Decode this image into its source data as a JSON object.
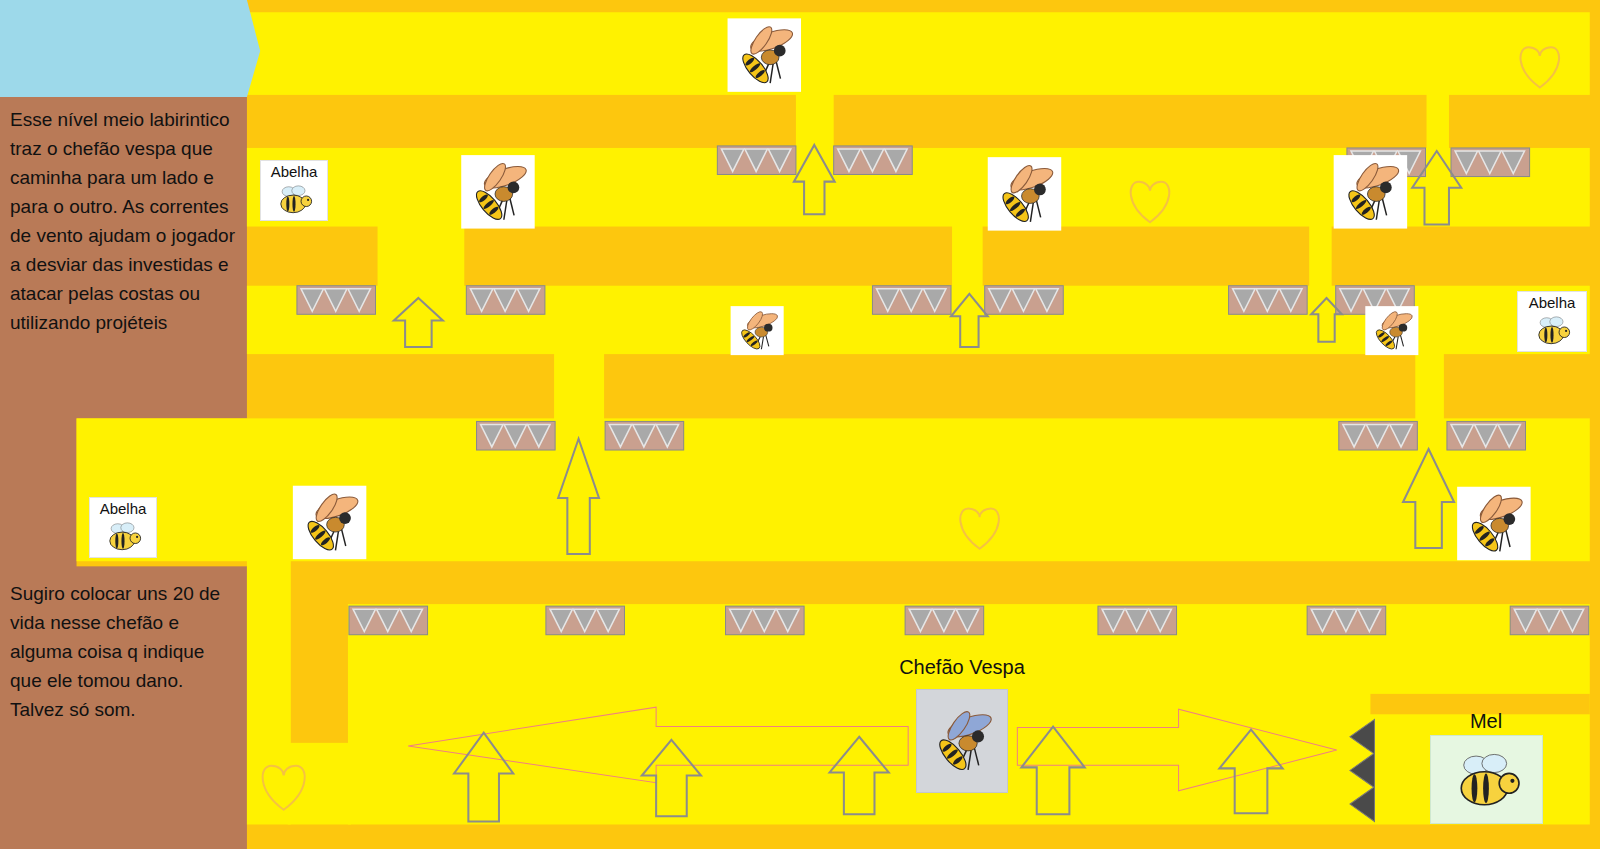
{
  "diagram": {
    "nodes": [
      {
        "text": [
          "Abelha"
        ]
      },
      {
        "text": [
          "Abelha"
        ]
      },
      {
        "text": [
          "Abelha"
        ]
      },
      {
        "text": [
          "Chefão Vespa"
        ]
      },
      {
        "text": [
          "Mel"
        ]
      }
    ],
    "labels": [
      "Esse nível meio labirintico traz o chefão vespa que caminha para um lado e para o outro. As correntes de vento ajudam o jogador a desviar das investidas e atacar pelas costas ou utilizando projéteis",
      "Sugiro colocar uns 20 de vida nesse chefão e alguma coisa q indique que ele tomou dano. Talvez só som."
    ]
  }
}
